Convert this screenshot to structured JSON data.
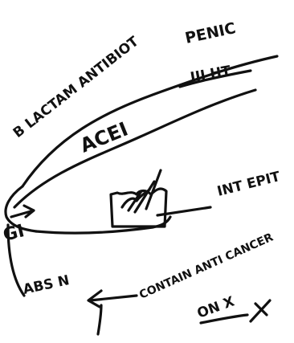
{
  "labels": {
    "b_lactam_antibiot": "B LACTAM ANTIBIOT",
    "penic": "PENIC",
    "iii_ht": "III HT",
    "acei": "ACEI",
    "int_epit": "INT EPIT",
    "gi": "GI",
    "abs": "ABS N",
    "contain_anti_cancer": "CONTAIN ANTI CANCER",
    "on_x": "ON X"
  },
  "colors": {
    "ink": "#111111",
    "background": "#ffffff"
  }
}
